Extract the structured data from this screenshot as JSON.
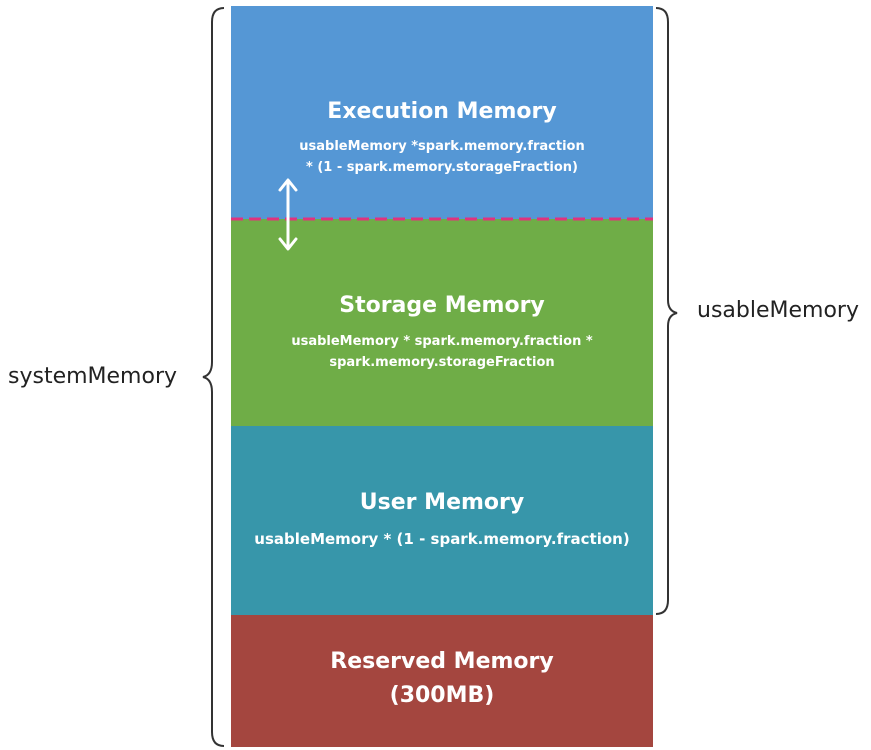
{
  "colors": {
    "execution": "#5597d5",
    "storage": "#6fad47",
    "user": "#3796aa",
    "reserved": "#a4463f",
    "divider": "#e0337e"
  },
  "execution": {
    "title": "Execution Memory",
    "formula_line1": "usableMemory *spark.memory.fraction",
    "formula_line2": "* (1 - spark.memory.storageFraction)"
  },
  "storage": {
    "title": "Storage Memory",
    "formula_line1": "usableMemory * spark.memory.fraction *",
    "formula_line2": "spark.memory.storageFraction"
  },
  "user": {
    "title": "User Memory",
    "formula": "usableMemory * (1 - spark.memory.fraction)"
  },
  "reserved": {
    "title": "Reserved Memory",
    "size": "(300MB)"
  },
  "labels": {
    "system": "systemMemory",
    "usable": "usableMemory"
  }
}
